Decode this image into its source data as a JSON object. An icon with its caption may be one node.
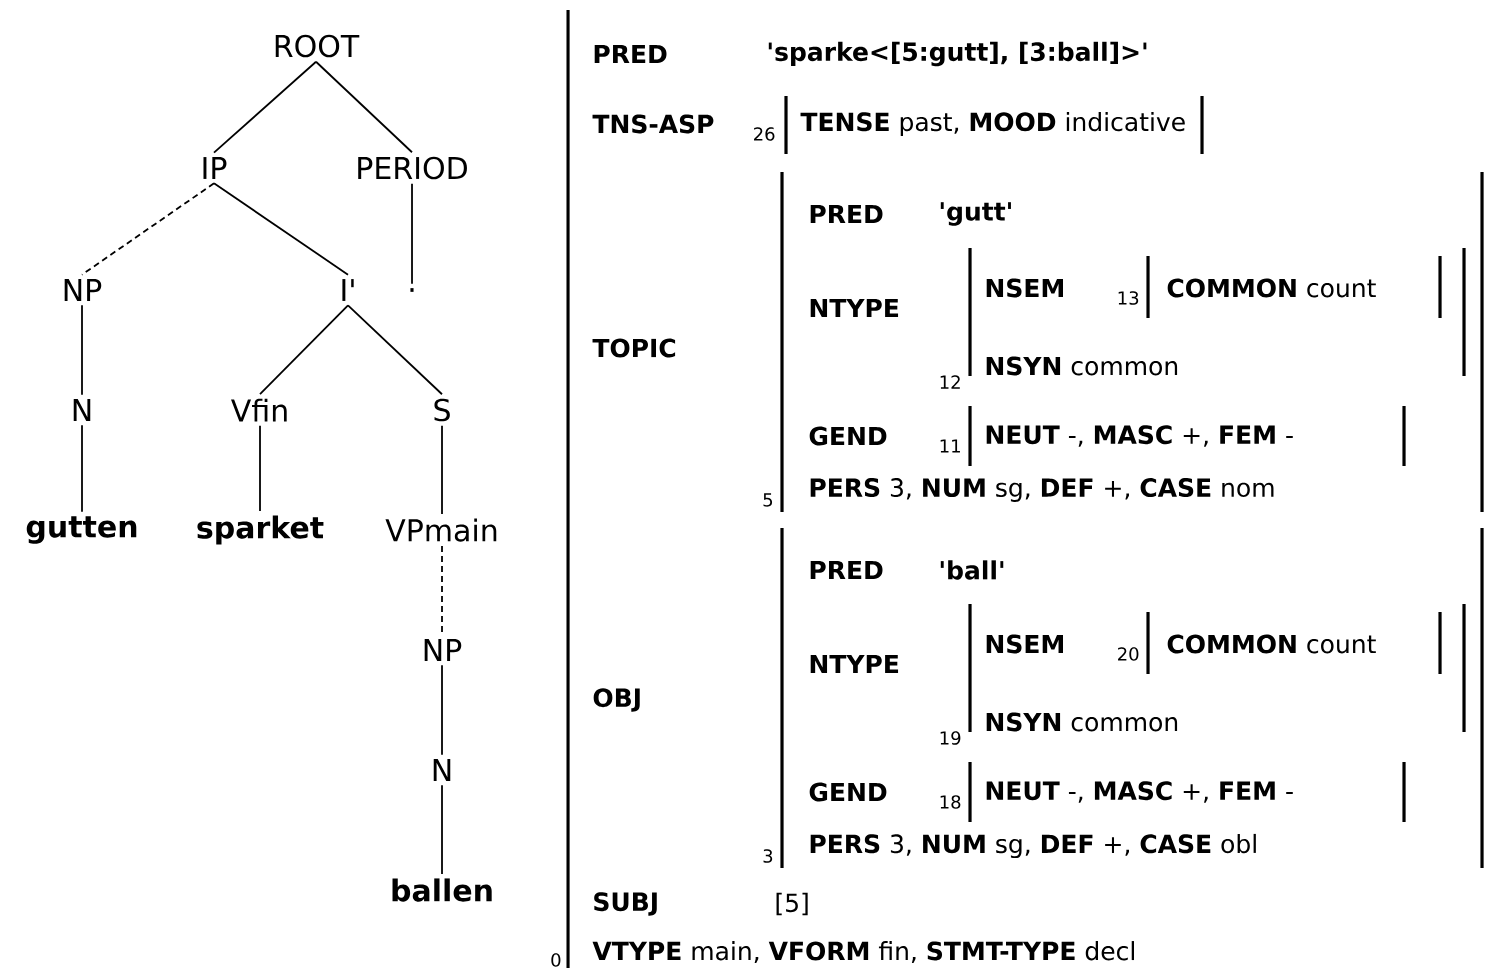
{
  "diagram": {
    "nodes": [
      {
        "text": [
          "ROOT"
        ]
      },
      {
        "text": [
          "IP"
        ]
      },
      {
        "text": [
          "PERIOD"
        ]
      },
      {
        "text": [
          "NP"
        ]
      },
      {
        "text": [
          "I'"
        ]
      },
      {
        "text": [
          "."
        ]
      },
      {
        "text": [
          "N"
        ]
      },
      {
        "text": [
          "Vfin"
        ]
      },
      {
        "text": [
          "S"
        ]
      },
      {
        "text": [
          "gutten"
        ]
      },
      {
        "text": [
          "sparket"
        ]
      },
      {
        "text": [
          "VPmain"
        ]
      },
      {
        "text": [
          "NP"
        ]
      },
      {
        "text": [
          "N"
        ]
      },
      {
        "text": [
          "ballen"
        ]
      }
    ],
    "edges": [
      {
        "from": 0,
        "to": 1,
        "arrow": "none"
      },
      {
        "from": 0,
        "to": 2,
        "arrow": "none"
      },
      {
        "from": 1,
        "to": 3,
        "arrow": "none",
        "style": "dashed"
      },
      {
        "from": 1,
        "to": 4,
        "arrow": "none"
      },
      {
        "from": 2,
        "to": 5,
        "arrow": "none"
      },
      {
        "from": 3,
        "to": 6,
        "arrow": "none"
      },
      {
        "from": 4,
        "to": 7,
        "arrow": "none"
      },
      {
        "from": 4,
        "to": 8,
        "arrow": "none"
      },
      {
        "from": 6,
        "to": 9,
        "arrow": "none"
      },
      {
        "from": 7,
        "to": 10,
        "arrow": "none"
      },
      {
        "from": 8,
        "to": 11,
        "arrow": "none"
      },
      {
        "from": 11,
        "to": 12,
        "arrow": "none",
        "style": "dashed"
      },
      {
        "from": 12,
        "to": 13,
        "arrow": "none"
      },
      {
        "from": 13,
        "to": 14,
        "arrow": "none"
      }
    ],
    "labels": [
      "PRED",
      "'sparke<[5:gutt], [3:ball]>'",
      "TNS-ASP",
      "26",
      "**TENSE** past, **MOOD** indicative",
      "PRED",
      "'gutt'",
      "NTYPE",
      "TOPIC",
      "NSEM",
      "13",
      "**COMMON** count",
      "12",
      "**NSYN** common",
      "GEND",
      "11",
      "**NEUT** -, **MASC** +, **FEM** -",
      "5",
      "**PERS** 3, **NUM** sg, **DEF** +, **CASE** nom",
      "PRED",
      "'ball'",
      "NTYPE",
      "OBJ",
      "NSEM",
      "20",
      "**COMMON** count",
      "19",
      "**NSYN** common",
      "GEND",
      "18",
      "**NEUT** -, **MASC** +, **FEM** -",
      "3",
      "**PERS** 3, **NUM** sg, **DEF** +, **CASE** obl",
      "SUBJ",
      "[5]",
      "0",
      "**VTYPE** main, **VFORM** fin, **STMT-TYPE** decl"
    ]
  }
}
